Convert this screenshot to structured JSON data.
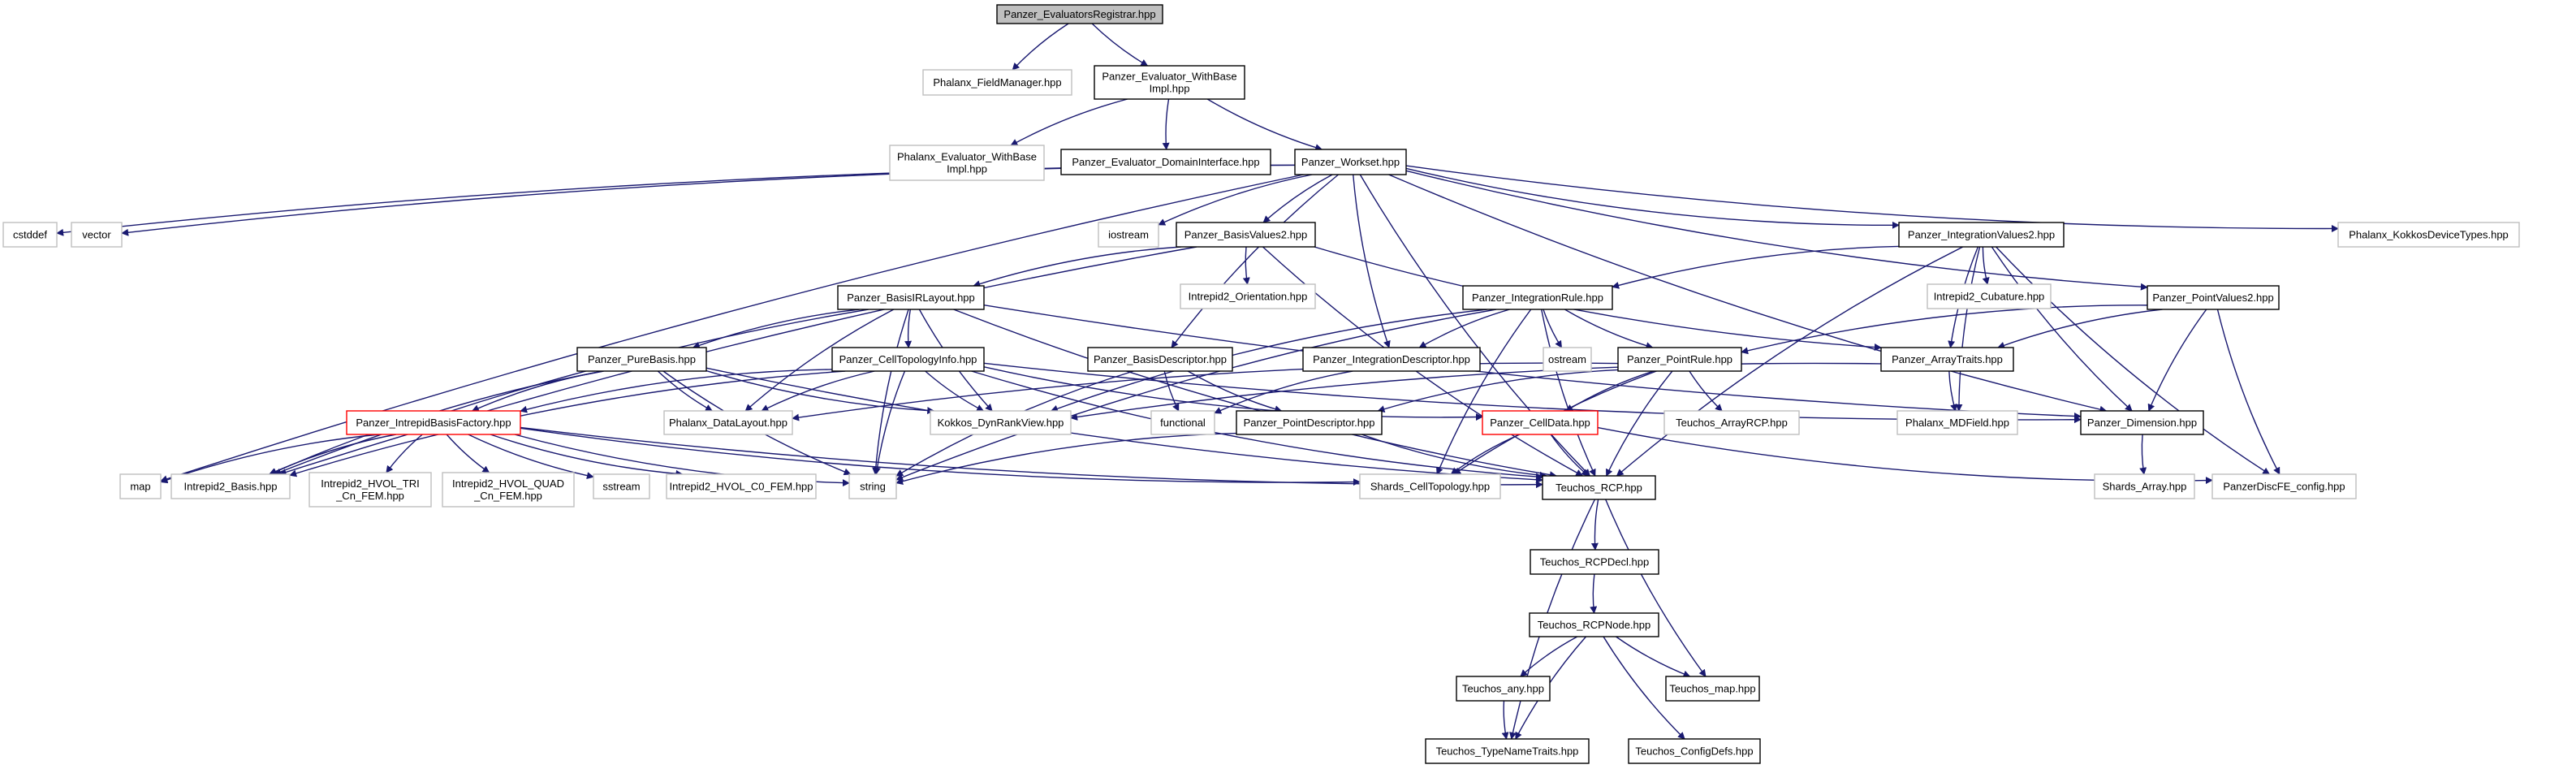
{
  "colors": {
    "edge": "#191970",
    "node_border": "#000000",
    "external_border": "#bfbfbf",
    "missing_border": "#ff0000",
    "root_fill": "#bfbfbf",
    "node_fill": "#ffffff"
  },
  "nodes": [
    {
      "id": "root",
      "lines": [
        "Panzer_EvaluatorsRegistrar.hpp"
      ],
      "kind": "root"
    },
    {
      "id": "fieldmanager",
      "lines": [
        "Phalanx_FieldManager.hpp"
      ],
      "kind": "external"
    },
    {
      "id": "evalwithbase",
      "lines": [
        "Panzer_Evaluator_WithBase",
        "Impl.hpp"
      ],
      "kind": "normal"
    },
    {
      "id": "phxwithbase",
      "lines": [
        "Phalanx_Evaluator_WithBase",
        "Impl.hpp"
      ],
      "kind": "external"
    },
    {
      "id": "domainiface",
      "lines": [
        "Panzer_Evaluator_DomainInterface.hpp"
      ],
      "kind": "normal"
    },
    {
      "id": "workset",
      "lines": [
        "Panzer_Workset.hpp"
      ],
      "kind": "normal"
    },
    {
      "id": "cstddef",
      "lines": [
        "cstddef"
      ],
      "kind": "external"
    },
    {
      "id": "vector",
      "lines": [
        "vector"
      ],
      "kind": "external"
    },
    {
      "id": "iostream",
      "lines": [
        "iostream"
      ],
      "kind": "external"
    },
    {
      "id": "basisvalues2",
      "lines": [
        "Panzer_BasisValues2.hpp"
      ],
      "kind": "normal"
    },
    {
      "id": "integrationvalues2",
      "lines": [
        "Panzer_IntegrationValues2.hpp"
      ],
      "kind": "normal"
    },
    {
      "id": "kokkosdevice",
      "lines": [
        "Phalanx_KokkosDeviceTypes.hpp"
      ],
      "kind": "external"
    },
    {
      "id": "orientation",
      "lines": [
        "Intrepid2_Orientation.hpp"
      ],
      "kind": "external"
    },
    {
      "id": "cubature",
      "lines": [
        "Intrepid2_Cubature.hpp"
      ],
      "kind": "external"
    },
    {
      "id": "basisirlayout",
      "lines": [
        "Panzer_BasisIRLayout.hpp"
      ],
      "kind": "normal"
    },
    {
      "id": "integrationrule",
      "lines": [
        "Panzer_IntegrationRule.hpp"
      ],
      "kind": "normal"
    },
    {
      "id": "pointvalues2",
      "lines": [
        "Panzer_PointValues2.hpp"
      ],
      "kind": "normal"
    },
    {
      "id": "purebasis",
      "lines": [
        "Panzer_PureBasis.hpp"
      ],
      "kind": "normal"
    },
    {
      "id": "celltopoinfo",
      "lines": [
        "Panzer_CellTopologyInfo.hpp"
      ],
      "kind": "normal"
    },
    {
      "id": "basisdescriptor",
      "lines": [
        "Panzer_BasisDescriptor.hpp"
      ],
      "kind": "normal"
    },
    {
      "id": "integrationdescriptor",
      "lines": [
        "Panzer_IntegrationDescriptor.hpp"
      ],
      "kind": "normal"
    },
    {
      "id": "ostream",
      "lines": [
        "ostream"
      ],
      "kind": "external"
    },
    {
      "id": "pointrule",
      "lines": [
        "Panzer_PointRule.hpp"
      ],
      "kind": "normal"
    },
    {
      "id": "arraytraits",
      "lines": [
        "Panzer_ArrayTraits.hpp"
      ],
      "kind": "normal"
    },
    {
      "id": "intrepidbasisfactory",
      "lines": [
        "Panzer_IntrepidBasisFactory.hpp"
      ],
      "kind": "missing"
    },
    {
      "id": "datalayout",
      "lines": [
        "Phalanx_DataLayout.hpp"
      ],
      "kind": "external"
    },
    {
      "id": "dynrankview",
      "lines": [
        "Kokkos_DynRankView.hpp"
      ],
      "kind": "external"
    },
    {
      "id": "functional",
      "lines": [
        "functional"
      ],
      "kind": "external"
    },
    {
      "id": "pointdescriptor",
      "lines": [
        "Panzer_PointDescriptor.hpp"
      ],
      "kind": "normal"
    },
    {
      "id": "celldata",
      "lines": [
        "Panzer_CellData.hpp"
      ],
      "kind": "missing"
    },
    {
      "id": "teuchosarrayrcp",
      "lines": [
        "Teuchos_ArrayRCP.hpp"
      ],
      "kind": "external"
    },
    {
      "id": "mdfield",
      "lines": [
        "Phalanx_MDField.hpp"
      ],
      "kind": "external"
    },
    {
      "id": "dimension",
      "lines": [
        "Panzer_Dimension.hpp"
      ],
      "kind": "normal"
    },
    {
      "id": "map",
      "lines": [
        "map"
      ],
      "kind": "external"
    },
    {
      "id": "intrepid2basis",
      "lines": [
        "Intrepid2_Basis.hpp"
      ],
      "kind": "external"
    },
    {
      "id": "hvoltri",
      "lines": [
        "Intrepid2_HVOL_TRI",
        "_Cn_FEM.hpp"
      ],
      "kind": "external"
    },
    {
      "id": "hvolquad",
      "lines": [
        "Intrepid2_HVOL_QUAD",
        "_Cn_FEM.hpp"
      ],
      "kind": "external"
    },
    {
      "id": "sstream",
      "lines": [
        "sstream"
      ],
      "kind": "external"
    },
    {
      "id": "hvolc0",
      "lines": [
        "Intrepid2_HVOL_C0_FEM.hpp"
      ],
      "kind": "external"
    },
    {
      "id": "string",
      "lines": [
        "string"
      ],
      "kind": "external"
    },
    {
      "id": "shardscelltopo",
      "lines": [
        "Shards_CellTopology.hpp"
      ],
      "kind": "external"
    },
    {
      "id": "teuchosrcp",
      "lines": [
        "Teuchos_RCP.hpp"
      ],
      "kind": "normal"
    },
    {
      "id": "shardsarray",
      "lines": [
        "Shards_Array.hpp"
      ],
      "kind": "external"
    },
    {
      "id": "disccfg",
      "lines": [
        "PanzerDiscFE_config.hpp"
      ],
      "kind": "external"
    },
    {
      "id": "rcpdecl",
      "lines": [
        "Teuchos_RCPDecl.hpp"
      ],
      "kind": "normal"
    },
    {
      "id": "rcpnode",
      "lines": [
        "Teuchos_RCPNode.hpp"
      ],
      "kind": "normal"
    },
    {
      "id": "teuchosany",
      "lines": [
        "Teuchos_any.hpp"
      ],
      "kind": "normal"
    },
    {
      "id": "teuchosmap",
      "lines": [
        "Teuchos_map.hpp"
      ],
      "kind": "normal"
    },
    {
      "id": "typenametraits",
      "lines": [
        "Teuchos_TypeNameTraits.hpp"
      ],
      "kind": "normal"
    },
    {
      "id": "configdefs",
      "lines": [
        "Teuchos_ConfigDefs.hpp"
      ],
      "kind": "normal"
    }
  ],
  "edges": [
    [
      "root",
      "fieldmanager"
    ],
    [
      "root",
      "evalwithbase"
    ],
    [
      "evalwithbase",
      "phxwithbase"
    ],
    [
      "evalwithbase",
      "domainiface"
    ],
    [
      "evalwithbase",
      "workset"
    ],
    [
      "workset",
      "cstddef"
    ],
    [
      "workset",
      "vector"
    ],
    [
      "workset",
      "iostream"
    ],
    [
      "workset",
      "basisvalues2"
    ],
    [
      "workset",
      "integrationvalues2"
    ],
    [
      "workset",
      "kokkosdevice"
    ],
    [
      "workset",
      "map"
    ],
    [
      "workset",
      "basisdescriptor"
    ],
    [
      "workset",
      "integrationdescriptor"
    ],
    [
      "workset",
      "pointvalues2"
    ],
    [
      "workset",
      "dimension"
    ],
    [
      "workset",
      "teuchosrcp"
    ],
    [
      "basisvalues2",
      "orientation"
    ],
    [
      "basisvalues2",
      "basisirlayout"
    ],
    [
      "basisvalues2",
      "intrepid2basis"
    ],
    [
      "basisvalues2",
      "arraytraits"
    ],
    [
      "basisvalues2",
      "teuchosrcp"
    ],
    [
      "integrationvalues2",
      "integrationrule"
    ],
    [
      "integrationvalues2",
      "cubature"
    ],
    [
      "integrationvalues2",
      "arraytraits"
    ],
    [
      "integrationvalues2",
      "mdfield"
    ],
    [
      "integrationvalues2",
      "dimension"
    ],
    [
      "integrationvalues2",
      "disccfg"
    ],
    [
      "integrationvalues2",
      "teuchosrcp"
    ],
    [
      "basisirlayout",
      "purebasis"
    ],
    [
      "basisirlayout",
      "celltopoinfo"
    ],
    [
      "basisirlayout",
      "datalayout"
    ],
    [
      "basisirlayout",
      "dynrankview"
    ],
    [
      "basisirlayout",
      "intrepid2basis"
    ],
    [
      "basisirlayout",
      "string"
    ],
    [
      "basisirlayout",
      "teuchosrcp"
    ],
    [
      "basisirlayout",
      "dimension"
    ],
    [
      "integrationrule",
      "integrationdescriptor"
    ],
    [
      "integrationrule",
      "ostream"
    ],
    [
      "integrationrule",
      "pointrule"
    ],
    [
      "integrationrule",
      "dynrankview"
    ],
    [
      "integrationrule",
      "string"
    ],
    [
      "integrationrule",
      "teuchosrcp"
    ],
    [
      "integrationrule",
      "shardscelltopo"
    ],
    [
      "pointvalues2",
      "pointrule"
    ],
    [
      "pointvalues2",
      "arraytraits"
    ],
    [
      "pointvalues2",
      "dimension"
    ],
    [
      "pointvalues2",
      "disccfg"
    ],
    [
      "purebasis",
      "intrepidbasisfactory"
    ],
    [
      "purebasis",
      "datalayout"
    ],
    [
      "purebasis",
      "dynrankview"
    ],
    [
      "purebasis",
      "intrepid2basis"
    ],
    [
      "purebasis",
      "string"
    ],
    [
      "purebasis",
      "teuchosrcp"
    ],
    [
      "celltopoinfo",
      "intrepidbasisfactory"
    ],
    [
      "celltopoinfo",
      "datalayout"
    ],
    [
      "celltopoinfo",
      "dynrankview"
    ],
    [
      "celltopoinfo",
      "string"
    ],
    [
      "celltopoinfo",
      "teuchosrcp"
    ],
    [
      "celltopoinfo",
      "celldata"
    ],
    [
      "celltopoinfo",
      "dimension"
    ],
    [
      "celltopoinfo",
      "intrepid2basis"
    ],
    [
      "basisdescriptor",
      "functional"
    ],
    [
      "basisdescriptor",
      "pointdescriptor"
    ],
    [
      "basisdescriptor",
      "string"
    ],
    [
      "integrationdescriptor",
      "functional"
    ],
    [
      "pointrule",
      "datalayout"
    ],
    [
      "pointrule",
      "teuchosarrayrcp"
    ],
    [
      "pointrule",
      "celldata"
    ],
    [
      "pointrule",
      "pointdescriptor"
    ],
    [
      "pointrule",
      "shardscelltopo"
    ],
    [
      "pointrule",
      "teuchosrcp"
    ],
    [
      "arraytraits",
      "mdfield"
    ],
    [
      "arraytraits",
      "dynrankview"
    ],
    [
      "intrepidbasisfactory",
      "map"
    ],
    [
      "intrepidbasisfactory",
      "intrepid2basis"
    ],
    [
      "intrepidbasisfactory",
      "hvoltri"
    ],
    [
      "intrepidbasisfactory",
      "hvolquad"
    ],
    [
      "intrepidbasisfactory",
      "sstream"
    ],
    [
      "intrepidbasisfactory",
      "hvolc0"
    ],
    [
      "intrepidbasisfactory",
      "string"
    ],
    [
      "intrepidbasisfactory",
      "teuchosrcp"
    ],
    [
      "intrepidbasisfactory",
      "shardscelltopo"
    ],
    [
      "pointdescriptor",
      "string"
    ],
    [
      "pointdescriptor",
      "teuchosrcp"
    ],
    [
      "celldata",
      "shardscelltopo"
    ],
    [
      "celldata",
      "teuchosrcp"
    ],
    [
      "celldata",
      "disccfg"
    ],
    [
      "dimension",
      "shardsarray"
    ],
    [
      "teuchosrcp",
      "rcpdecl"
    ],
    [
      "teuchosrcp",
      "teuchosmap"
    ],
    [
      "teuchosrcp",
      "typenametraits"
    ],
    [
      "rcpdecl",
      "rcpnode"
    ],
    [
      "rcpnode",
      "teuchosany"
    ],
    [
      "rcpnode",
      "teuchosmap"
    ],
    [
      "rcpnode",
      "typenametraits"
    ],
    [
      "rcpnode",
      "configdefs"
    ],
    [
      "teuchosany",
      "typenametraits"
    ]
  ]
}
